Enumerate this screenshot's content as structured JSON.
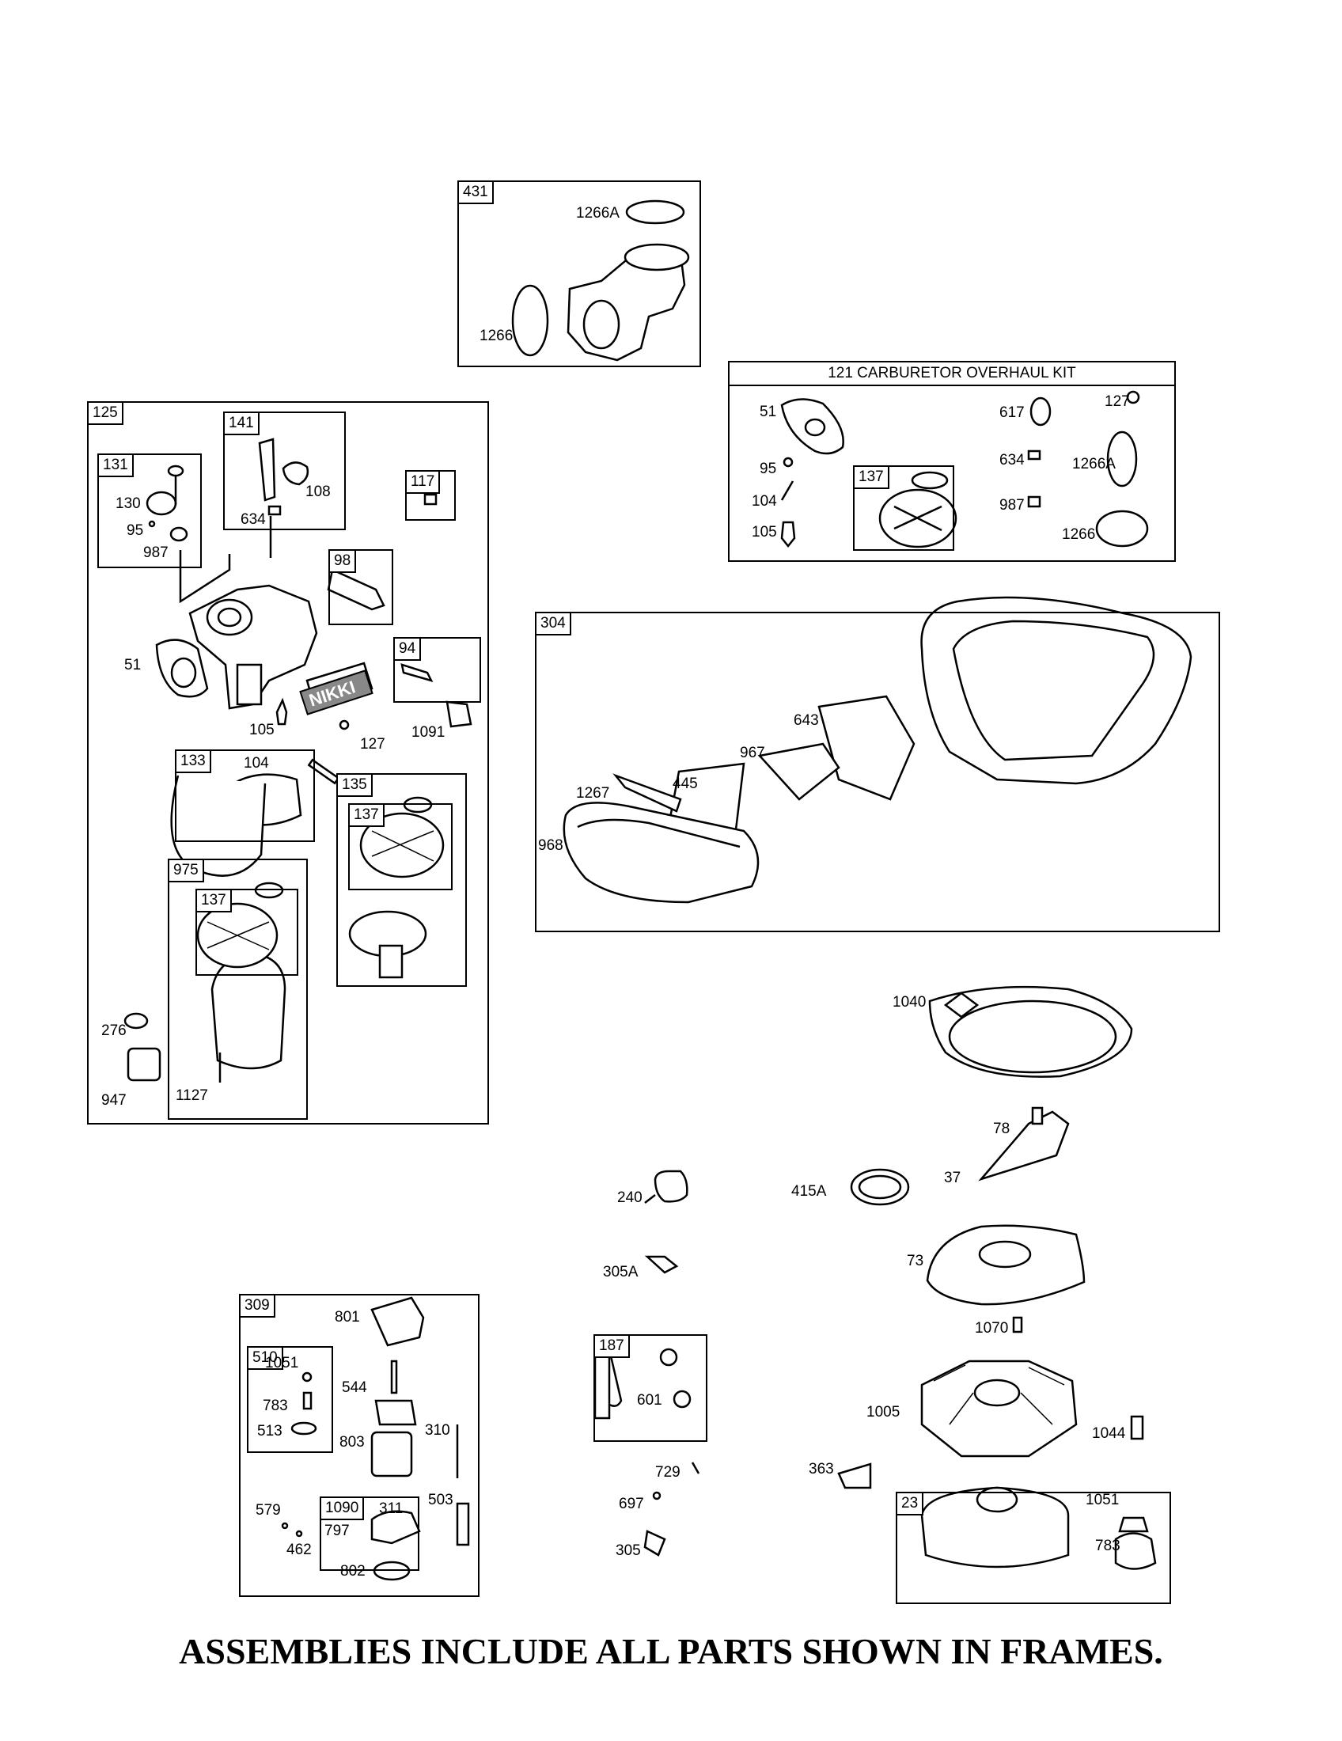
{
  "footer": "ASSEMBLIES INCLUDE ALL PARTS SHOWN IN FRAMES.",
  "logo_text": "NIKKI",
  "frames": {
    "f431": "431",
    "f121": "121 CARBURETOR OVERHAUL KIT",
    "f125": "125",
    "f131": "131",
    "f141": "141",
    "f117": "117",
    "f98": "98",
    "f94": "94",
    "f133": "133",
    "f135": "135",
    "f137a": "137",
    "f975": "975",
    "f137b": "137",
    "f137c": "137",
    "f304": "304",
    "f309": "309",
    "f510": "510",
    "f1090": "1090",
    "f187": "187",
    "f23": "23"
  },
  "labels": {
    "l1266A_a": "1266A",
    "l1266_a": "1266",
    "k51": "51",
    "k617": "617",
    "k127": "127",
    "k95": "95",
    "k634": "634",
    "k1266A": "1266A",
    "k104": "104",
    "k987": "987",
    "k105": "105",
    "k1266": "1266",
    "c130": "130",
    "c95": "95",
    "c987": "987",
    "c634": "634",
    "c108": "108",
    "c51": "51",
    "c105": "105",
    "c127": "127",
    "c1091": "1091",
    "c104": "104",
    "c276": "276",
    "c947": "947",
    "c1127": "1127",
    "s643": "643",
    "s967": "967",
    "s445": "445",
    "s1267": "1267",
    "s968": "968",
    "m1040": "1040",
    "m78": "78",
    "m415A": "415A",
    "m37": "37",
    "m240": "240",
    "m305A": "305A",
    "m73": "73",
    "m1070": "1070",
    "m1005": "1005",
    "m1044": "1044",
    "m601": "601",
    "m729": "729",
    "m697": "697",
    "m305": "305",
    "m363": "363",
    "m1051": "1051",
    "m783": "783",
    "r801": "801",
    "r1051": "1051",
    "r544": "544",
    "r783": "783",
    "r513": "513",
    "r803": "803",
    "r310": "310",
    "r311": "311",
    "r579": "579",
    "r797": "797",
    "r503": "503",
    "r462": "462",
    "r802": "802"
  }
}
